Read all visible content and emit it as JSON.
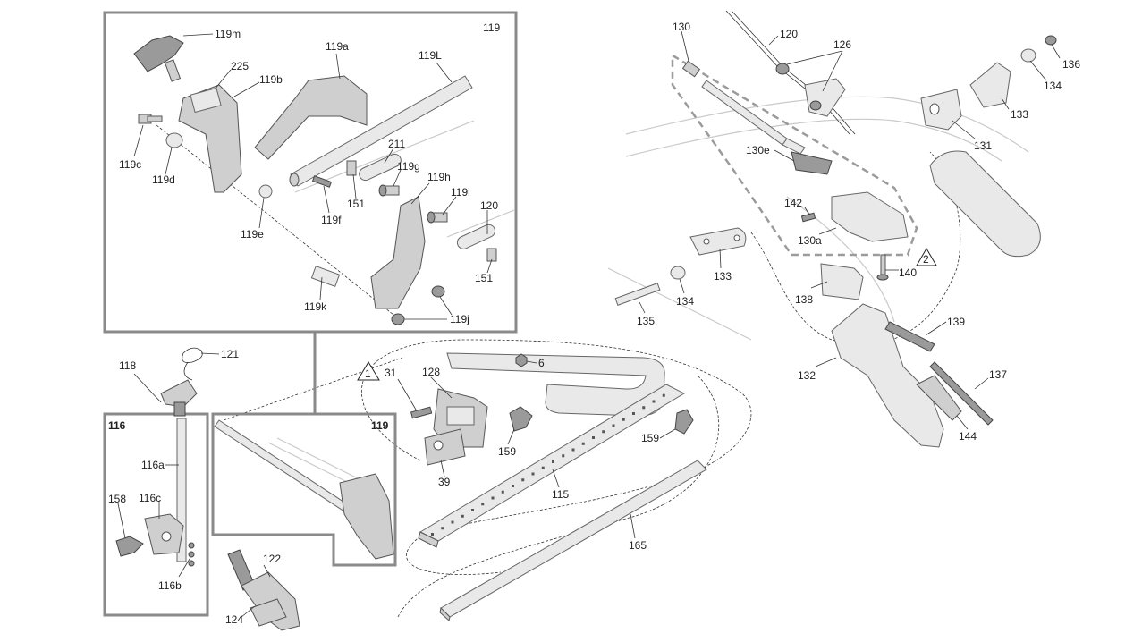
{
  "labels": {
    "l119m": "119m",
    "l225": "225",
    "l119b": "119b",
    "l119a": "119a",
    "l119L": "119L",
    "l119c": "119c",
    "l119d": "119d",
    "l211": "211",
    "l119g": "119g",
    "l119h": "119h",
    "l119i": "119i",
    "l120a": "120",
    "l151a": "151",
    "l151b": "151",
    "l119f": "119f",
    "l119e": "119e",
    "l119k": "119k",
    "l119j": "119j",
    "l121": "121",
    "l118": "118",
    "l116a": "116a",
    "l116c": "116c",
    "l158": "158",
    "l116b": "116b",
    "l122": "122",
    "l124": "124",
    "l6": "6",
    "l31": "31",
    "l128": "128",
    "l159a": "159",
    "l159b": "159",
    "l39": "39",
    "l115": "115",
    "l165": "165",
    "l130": "130",
    "l120b": "120",
    "l126": "126",
    "l136": "136",
    "l134a": "134",
    "l133a": "133",
    "l131": "131",
    "l130e": "130e",
    "l142": "142",
    "l130a": "130a",
    "l140": "140",
    "l133b": "133",
    "l134b": "134",
    "l135": "135",
    "l138": "138",
    "l139": "139",
    "l132": "132",
    "l137": "137",
    "l144": "144"
  },
  "boxes": {
    "b119_top": "119",
    "b116": "116",
    "b119_small": "119"
  },
  "warnings": {
    "w1": "1",
    "w2": "2"
  }
}
